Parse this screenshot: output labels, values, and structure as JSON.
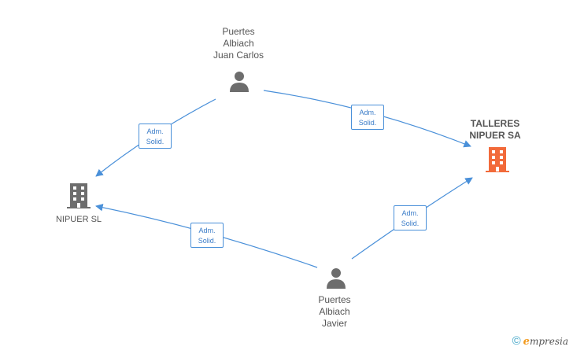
{
  "nodes": {
    "person_top": {
      "lines": [
        "Puertes",
        "Albiach",
        "Juan Carlos"
      ]
    },
    "person_bottom": {
      "lines": [
        "Puertes",
        "Albiach",
        "Javier"
      ]
    },
    "company_main": {
      "lines": [
        "TALLERES",
        "NIPUER SA"
      ],
      "color": "#f26a3a"
    },
    "company_left": {
      "lines": [
        "NIPUER SL"
      ],
      "color": "#6d6d6d"
    }
  },
  "edges": [
    {
      "from": "person_top",
      "to": "company_left",
      "label": [
        "Adm.",
        "Solid."
      ]
    },
    {
      "from": "person_top",
      "to": "company_main",
      "label": [
        "Adm.",
        "Solid."
      ]
    },
    {
      "from": "person_bottom",
      "to": "company_left",
      "label": [
        "Adm.",
        "Solid."
      ]
    },
    {
      "from": "person_bottom",
      "to": "company_main",
      "label": [
        "Adm.",
        "Solid."
      ]
    }
  ],
  "colors": {
    "edge": "#4a90d9",
    "person": "#6d6d6d"
  },
  "footer": {
    "copyright": "©",
    "brand_e": "e",
    "brand_rest": "mpresia"
  }
}
